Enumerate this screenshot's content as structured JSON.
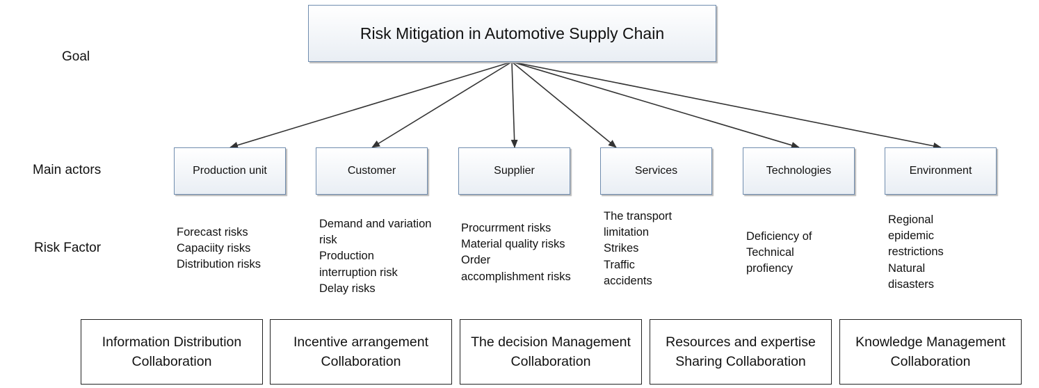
{
  "labels": {
    "goal": "Goal",
    "main_actors": "Main actors",
    "risk_factor": "Risk Factor"
  },
  "goal": {
    "title": "Risk Mitigation in Automotive Supply Chain"
  },
  "actors": [
    {
      "label": "Production unit",
      "risks": [
        "Forecast risks",
        "Capaciity risks",
        "Distribution risks"
      ]
    },
    {
      "label": "Customer",
      "risks": [
        "Demand and variation",
        "risk",
        "Production",
        "interruption risk",
        "Delay risks"
      ]
    },
    {
      "label": "Supplier",
      "risks": [
        "Procurrment risks",
        "Material quality risks",
        "Order",
        "accomplishment risks"
      ]
    },
    {
      "label": "Services",
      "risks": [
        "The transport",
        "limitation",
        "Strikes",
        "Traffic",
        "accidents"
      ]
    },
    {
      "label": "Technologies",
      "risks": [
        "Deficiency of",
        "Technical",
        "profiency"
      ]
    },
    {
      "label": "Environment",
      "risks": [
        "Regional",
        "epidemic",
        "restrictions",
        "Natural",
        "disasters"
      ]
    }
  ],
  "collaborations": [
    {
      "line1": "Information Distribution",
      "line2": "Collaboration"
    },
    {
      "line1": "Incentive arrangement",
      "line2": "Collaboration"
    },
    {
      "line1": "The decision Management",
      "line2": "Collaboration"
    },
    {
      "line1": "Resources and expertise",
      "line2": "Sharing Collaboration"
    },
    {
      "line1": "Knowledge Management",
      "line2": "Collaboration"
    }
  ],
  "colors": {
    "box_border": "#6f8cae",
    "box_fill_top": "#ffffff",
    "box_fill_bottom": "#e9eef4",
    "arrow": "#333333",
    "collab_border": "#222222"
  }
}
